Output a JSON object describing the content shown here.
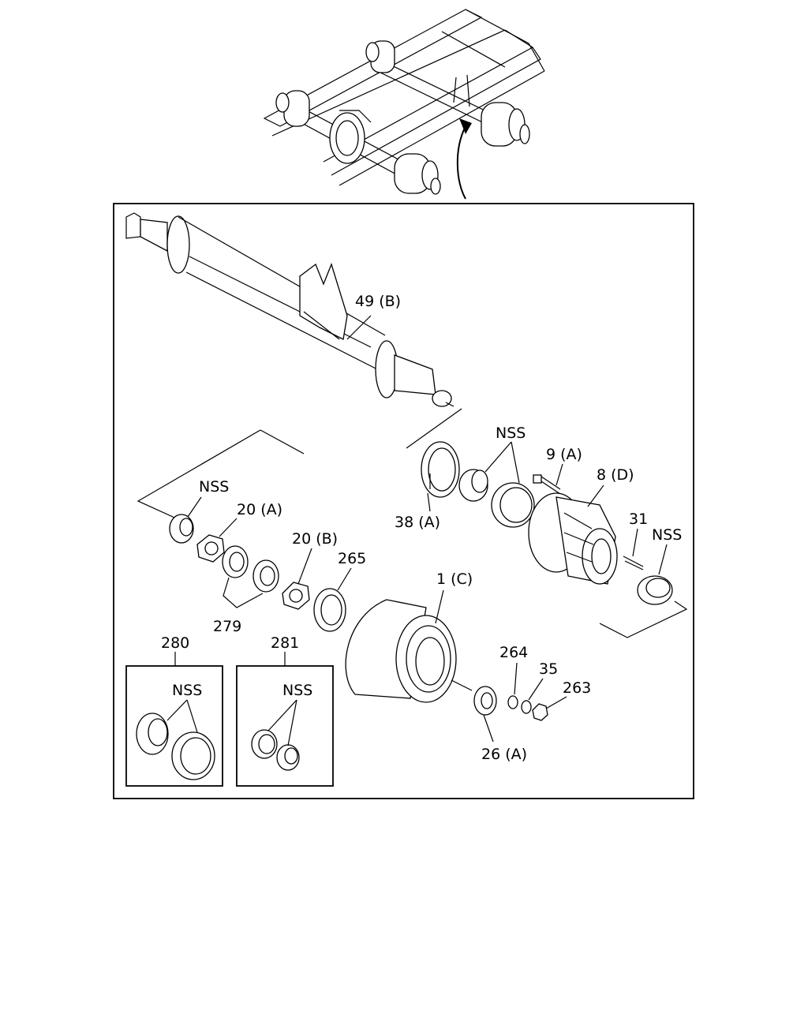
{
  "labels": {
    "axle_beam": "49 (B)",
    "nss_inner_bearing": "NSS",
    "bolt": "9 (A)",
    "hub": "8 (D)",
    "seal": "38 (A)",
    "hub_stud": "31",
    "nss_outer_race": "NSS",
    "nss_nut_cone": "NSS",
    "lock_nut_a": "20 (A)",
    "lock_nut_b": "20 (B)",
    "lock_washer": "265",
    "washer_set": "279",
    "brake_drum": "1 (C)",
    "washer_264": "264",
    "washer_35": "35",
    "nut_263": "263",
    "cover": "26 (A)",
    "kit_280": "280",
    "kit_280_nss": "NSS",
    "kit_281": "281",
    "kit_281_nss": "NSS"
  }
}
